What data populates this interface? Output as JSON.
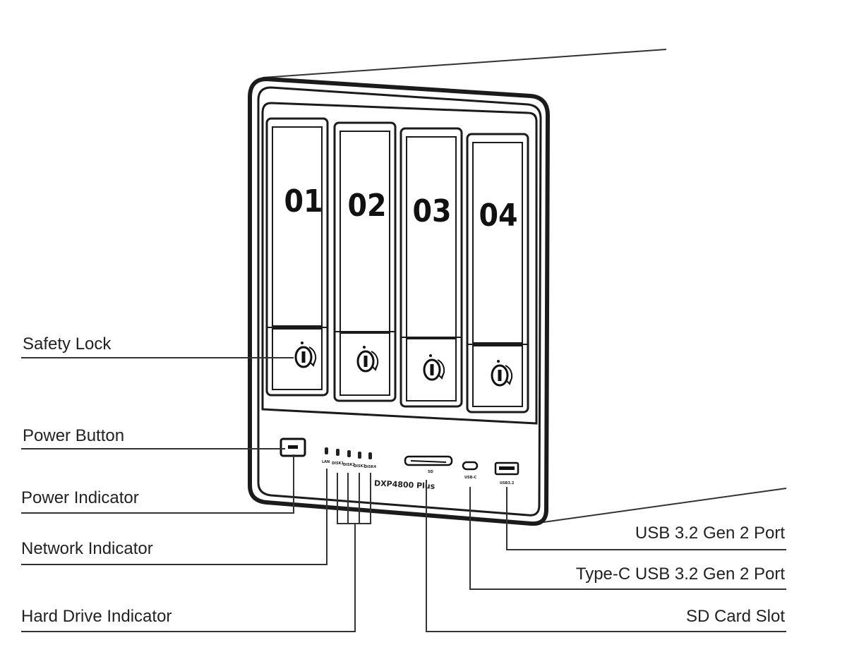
{
  "device": {
    "model": "DXP4800 Plus",
    "bays": [
      {
        "number": "01"
      },
      {
        "number": "02"
      },
      {
        "number": "03"
      },
      {
        "number": "04"
      }
    ],
    "led_labels": [
      "LAN",
      "DISK1",
      "DISK2",
      "DISK3",
      "DISK4"
    ],
    "sd_label": "SD",
    "usbc_label": "USB-C",
    "usba_label": "USB3.2"
  },
  "callouts": {
    "safety_lock": "Safety Lock",
    "power_button": "Power Button",
    "power_indicator": "Power Indicator",
    "network_indicator": "Network Indicator",
    "hard_drive_indicator": "Hard Drive Indicator",
    "usb_port": "USB 3.2 Gen 2 Port",
    "typec_port": "Type-C USB 3.2 Gen 2 Port",
    "sd_slot": "SD Card Slot"
  }
}
